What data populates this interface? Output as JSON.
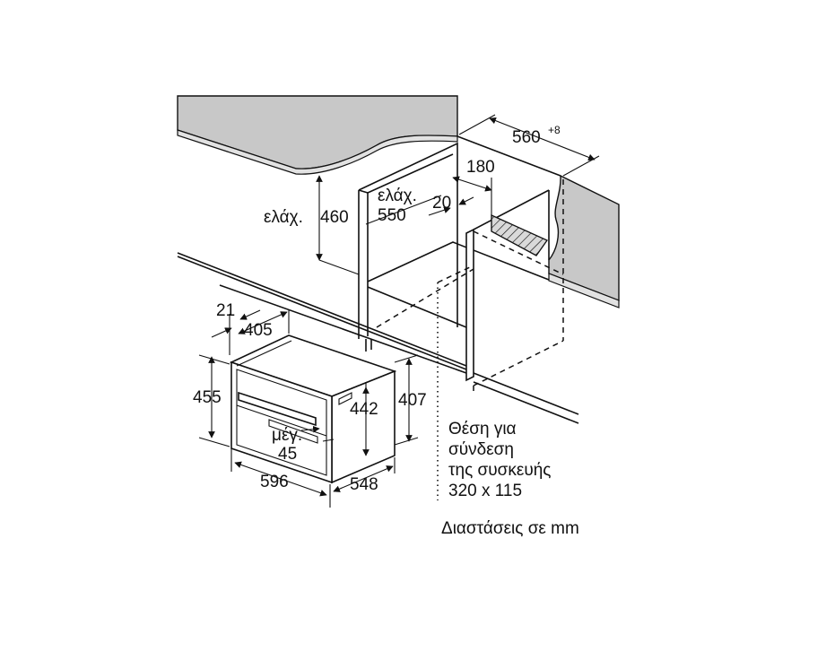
{
  "labels": {
    "niche_depth": "560",
    "niche_depth_tolerance": "+8",
    "depth_180": "180",
    "gap_20": "20",
    "min_prefix_1": "ελάχ.",
    "min_550_value": "550",
    "min_prefix_2": "ελάχ.",
    "min_460_value": "460",
    "front_21": "21",
    "depth_405": "405",
    "height_455": "455",
    "height_442": "442",
    "height_407": "407",
    "max_prefix": "μέγ.",
    "max_45_value": "45",
    "width_596": "596",
    "depth_548": "548",
    "connection_line1": "Θέση για",
    "connection_line2": "σύνδεση",
    "connection_line3": "της συσκευής",
    "connection_line4": "320 x 115",
    "units_note": "Διαστάσεις σε mm"
  },
  "colors": {
    "worktop_fill": "#c8c8c8",
    "worktop_edge": "#dcdcdc",
    "hatch_box": "#d9d9d9",
    "line": "#111111",
    "background": "#ffffff"
  }
}
